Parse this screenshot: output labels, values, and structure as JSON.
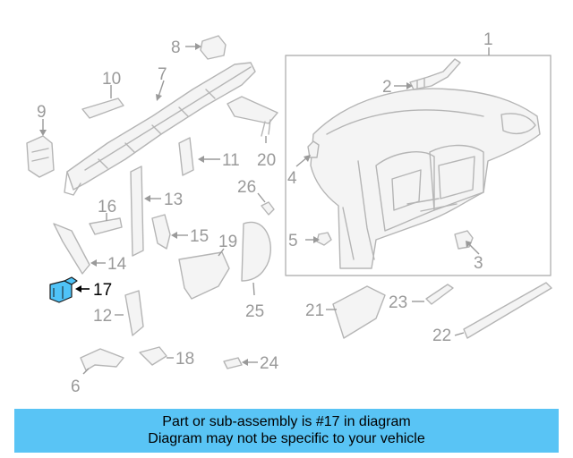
{
  "diagram": {
    "highlight_color": "#4fc3f7",
    "line_color": "#b5b5b5",
    "callouts": [
      "1",
      "2",
      "3",
      "4",
      "5",
      "6",
      "7",
      "8",
      "9",
      "10",
      "11",
      "12",
      "13",
      "14",
      "15",
      "16",
      "17",
      "18",
      "19",
      "20",
      "21",
      "22",
      "23",
      "24",
      "25",
      "26"
    ],
    "highlighted_part": "17"
  },
  "banner": {
    "background": "#59c4f5",
    "line1": "Part or sub-assembly is #17 in diagram",
    "line2": "Diagram may not be specific to your vehicle"
  }
}
